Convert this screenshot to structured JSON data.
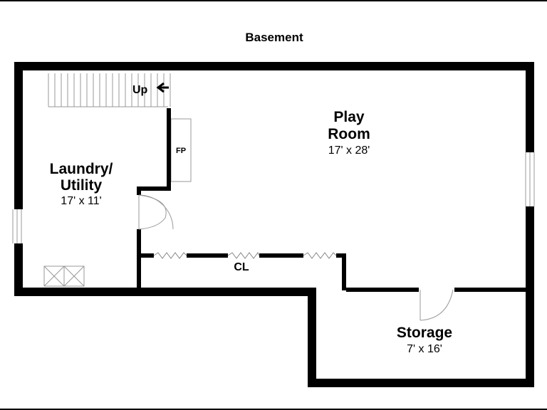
{
  "title": "Basement",
  "rooms": {
    "laundry": {
      "name_line1": "Laundry/",
      "name_line2": "Utility",
      "dims": "17' x 11'"
    },
    "play": {
      "name_line1": "Play",
      "name_line2": "Room",
      "dims": "17' x 28'"
    },
    "storage": {
      "name": "Storage",
      "dims": "7' x 16'"
    }
  },
  "labels": {
    "stairs": "Up",
    "fireplace": "FP",
    "closet": "CL"
  },
  "colors": {
    "wall": "#000000",
    "background": "#ffffff",
    "fixture": "#888888"
  }
}
